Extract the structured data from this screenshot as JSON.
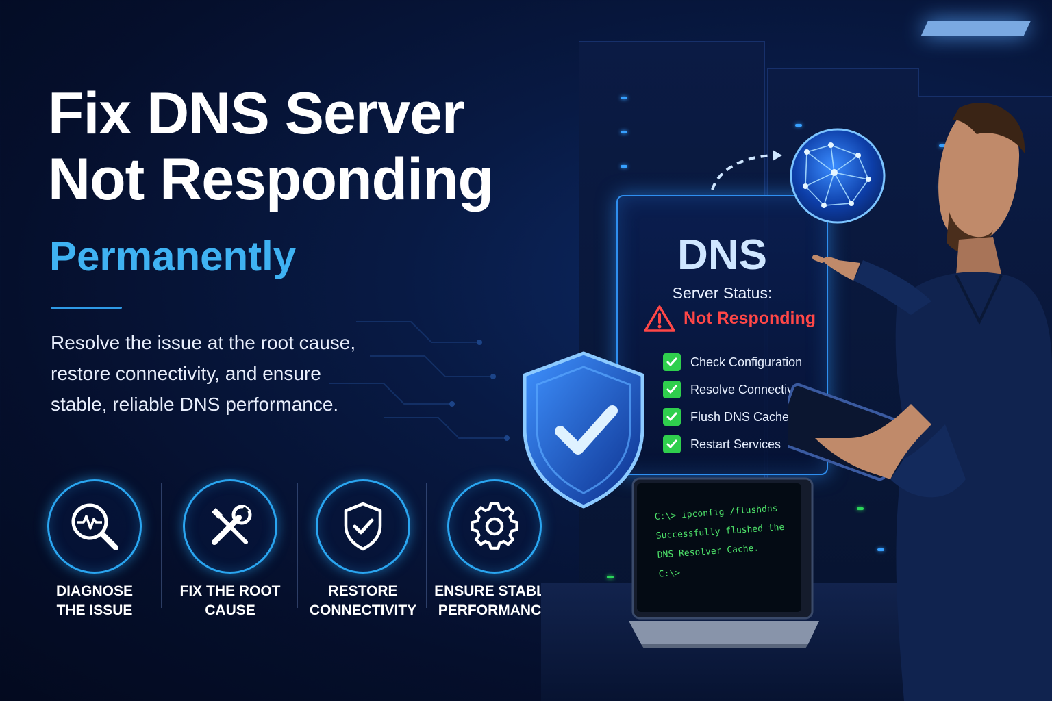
{
  "headline": {
    "line1": "Fix DNS Server",
    "line2": "Not Responding",
    "accent": "Permanently"
  },
  "lead_text": "Resolve the issue at the root cause, restore connectivity, and ensure stable, reliable DNS performance.",
  "features": [
    {
      "line1": "DIAGNOSE",
      "line2": "THE ISSUE",
      "icon": "magnifier-pulse-icon"
    },
    {
      "line1": "FIX THE ROOT",
      "line2": "CAUSE",
      "icon": "wrench-screwdriver-icon"
    },
    {
      "line1": "RESTORE",
      "line2": "CONNECTIVITY",
      "icon": "shield-check-icon"
    },
    {
      "line1": "ENSURE STABLE",
      "line2": "PERFORMANCE",
      "icon": "gear-icon"
    }
  ],
  "dns_panel": {
    "title": "DNS",
    "subtitle": "Server Status:",
    "status": "Not Responding",
    "checklist": [
      "Check Configuration",
      "Resolve Connectivity",
      "Flush DNS Cache",
      "Restart Services"
    ]
  },
  "terminal": {
    "line1": "C:\\> ipconfig /flushdns",
    "line2": "Successfully flushed the",
    "line3": "DNS Resolver Cache.",
    "line4": "C:\\>"
  },
  "colors": {
    "accent_blue": "#3fb2f2",
    "status_red": "#ff4747",
    "check_green": "#2fcf4d",
    "terminal_green": "#4ee36a"
  }
}
